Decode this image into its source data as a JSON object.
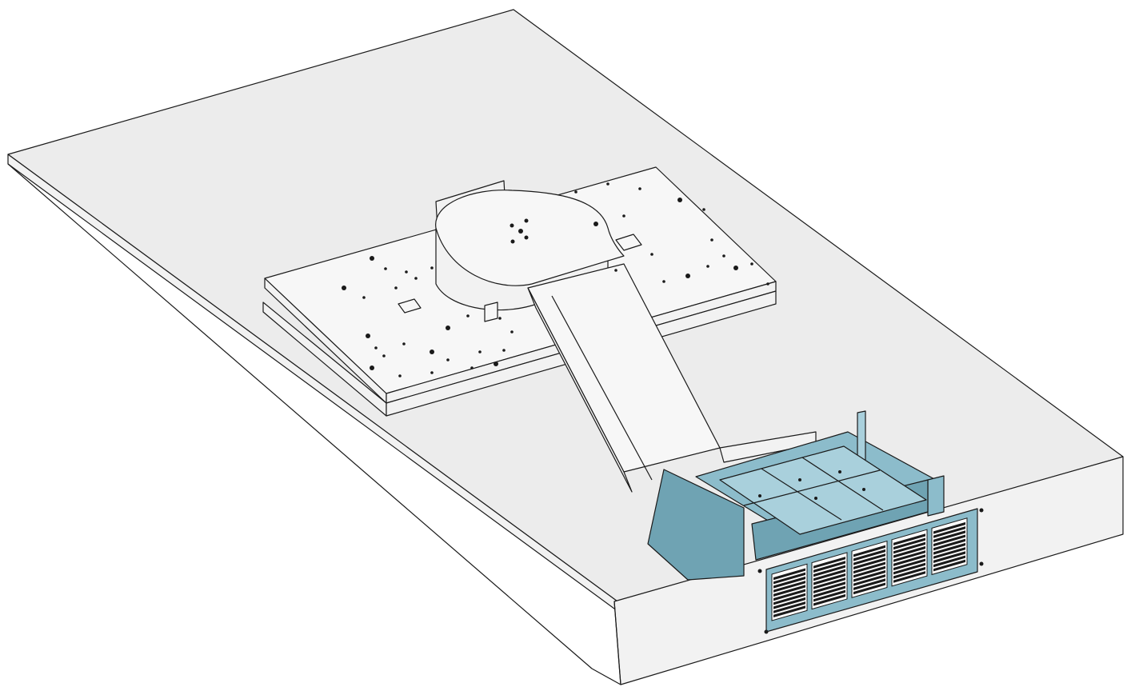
{
  "figure": {
    "description_visible_text": "",
    "colors": {
      "surface": "#ececec",
      "panel": "#f2f2f2",
      "outline": "#1a1a1a",
      "accent_blue": "#8cbccb",
      "accent_blue_dark": "#6fa3b3",
      "accent_blue_light": "#a9d0dc"
    },
    "components": {
      "ceiling_panel": "ceiling-panel",
      "fan_housing": "fan-housing",
      "duct": "rectangular-duct",
      "plenum_box": "plenum-box",
      "filter_grid": "filter-grid",
      "return_grille": "louvered-grille",
      "soffit_face": "soffit-face"
    },
    "grille_louver_columns": 5,
    "grille_louver_rows": 10,
    "filter_cells": 6
  }
}
